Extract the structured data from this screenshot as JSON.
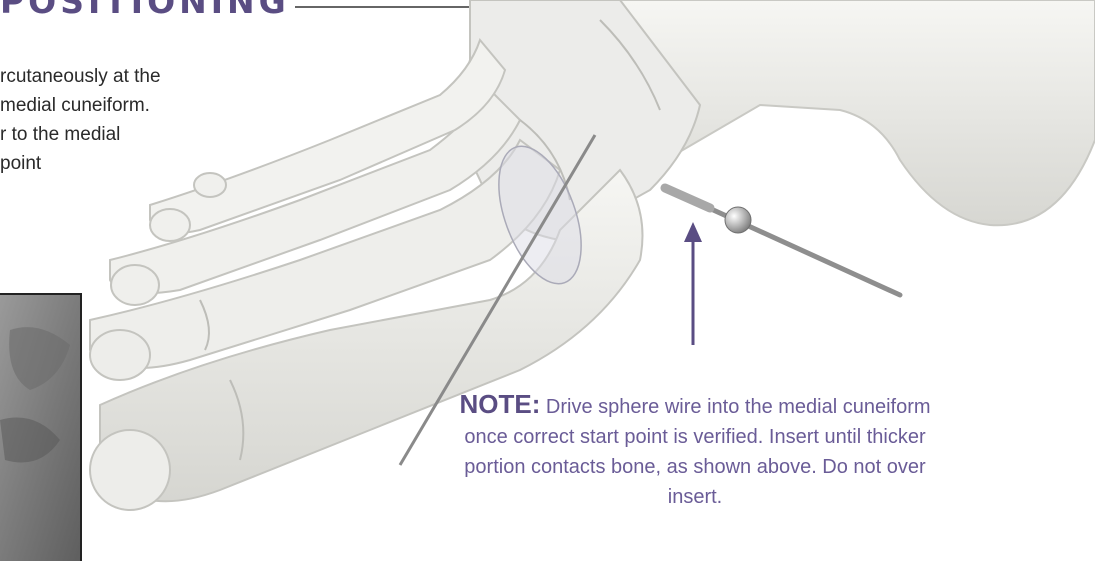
{
  "header": {
    "title": "POSITIONING"
  },
  "intro": {
    "lines": [
      "rcutaneously at the",
      "medial cuneiform.",
      "r to the medial",
      "point"
    ]
  },
  "note": {
    "label": "NOTE:",
    "text": "Drive sphere wire into the medial cuneiform once correct start point is verified. Insert until thicker portion contacts bone, as shown above. Do not over insert."
  },
  "colors": {
    "accent": "#5a4d83",
    "note_text": "#6a5c97",
    "rule": "#666666",
    "bone": "#e8e8e4"
  }
}
